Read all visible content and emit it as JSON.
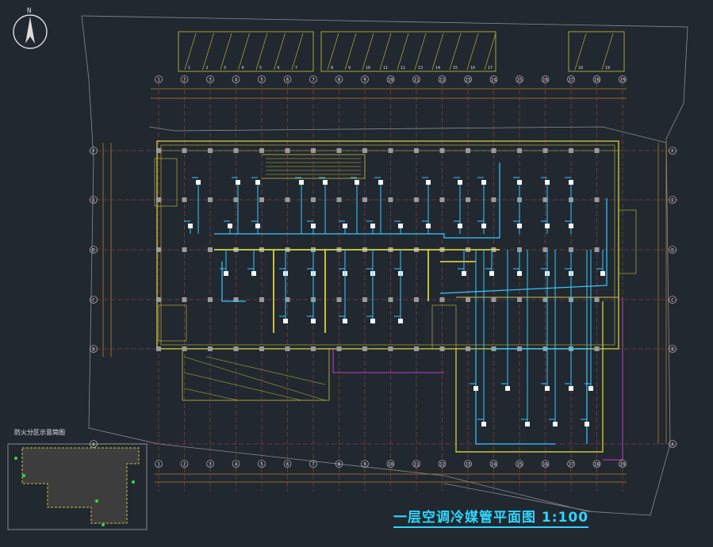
{
  "drawing": {
    "title": "一层空调冷媒管平面图 1:100",
    "north_label": "N",
    "legend_title": "防火分区示意简图",
    "grid_top_labels": [
      "1",
      "2",
      "3",
      "4",
      "5",
      "6",
      "7",
      "8",
      "9",
      "10",
      "11",
      "12",
      "13",
      "14",
      "15",
      "16",
      "17",
      "18",
      "19"
    ],
    "grid_side_labels": [
      "F",
      "E",
      "D",
      "C",
      "B",
      "A"
    ],
    "parking_numbers": [
      "1",
      "2",
      "3",
      "4",
      "5",
      "6",
      "7",
      "8",
      "9",
      "10",
      "11",
      "12",
      "13",
      "14",
      "15",
      "16",
      "17",
      "18",
      "19"
    ]
  },
  "colors": {
    "background": "#212830",
    "walls": "#c9c23a",
    "refrigerant_pipe": "#38c9ff",
    "grid": "#b84646",
    "dimension": "#c07a2a",
    "text": "#dcdcdc",
    "title": "#2fd6ff"
  }
}
